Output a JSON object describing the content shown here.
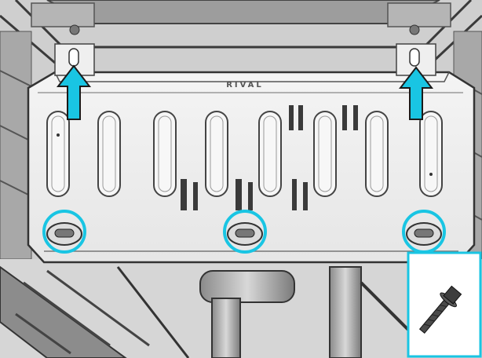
{
  "diagram": {
    "brand_label": "RIVAL",
    "accent_color": "#19c5e3",
    "arrows": [
      {
        "name": "left-lift-arrow",
        "direction": "up"
      },
      {
        "name": "right-lift-arrow",
        "direction": "up"
      }
    ],
    "highlighted_bolts": [
      "left-bolt",
      "center-bolt",
      "right-bolt"
    ],
    "inset": {
      "icon": "bolt-icon",
      "border_color": "#19c5e3"
    }
  }
}
